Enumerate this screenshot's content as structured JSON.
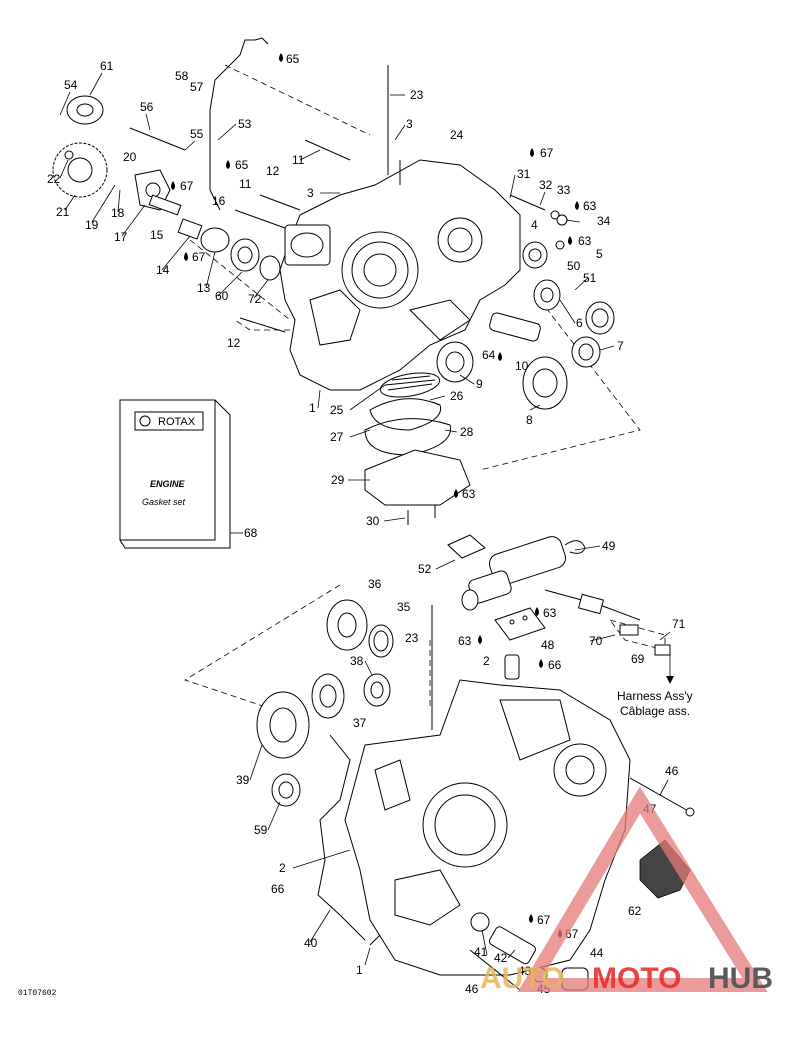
{
  "diagram": {
    "title": "Engine crankcase exploded parts diagram",
    "drawing_code": "01T07602",
    "manual_box": {
      "brand": "ROTAX",
      "line1": "ENGINE",
      "line2": "Gasket set",
      "callout": "68"
    },
    "harness_note": {
      "line1": "Harness Ass'y",
      "line2": "Câblage ass."
    },
    "upper_callouts": [
      "65",
      "58",
      "57",
      "54",
      "61",
      "56",
      "55",
      "53",
      "23",
      "3",
      "24",
      "11",
      "67",
      "12",
      "65",
      "11",
      "3",
      "31",
      "32",
      "33",
      "63",
      "34",
      "22",
      "20",
      "16",
      "67",
      "21",
      "19",
      "18",
      "17",
      "15",
      "4",
      "63",
      "5",
      "50",
      "51",
      "14",
      "67",
      "13",
      "60",
      "72",
      "12",
      "6",
      "7",
      "64",
      "10",
      "9",
      "1",
      "25",
      "26",
      "27",
      "28",
      "8",
      "29",
      "63",
      "30"
    ],
    "lower_callouts": [
      "49",
      "52",
      "36",
      "35",
      "23",
      "63",
      "48",
      "63",
      "2",
      "66",
      "70",
      "69",
      "71",
      "38",
      "37",
      "39",
      "59",
      "2",
      "66",
      "1",
      "40",
      "46",
      "47",
      "67",
      "41",
      "42",
      "43",
      "67",
      "44",
      "46",
      "45",
      "62"
    ],
    "watermark": {
      "part1": "AUTO",
      "part2": "MOTO",
      "part3": "HUB",
      "colors": {
        "red": "#e8302f",
        "gray": "#5b5b5b",
        "triangle": "#e57a7a"
      }
    }
  }
}
